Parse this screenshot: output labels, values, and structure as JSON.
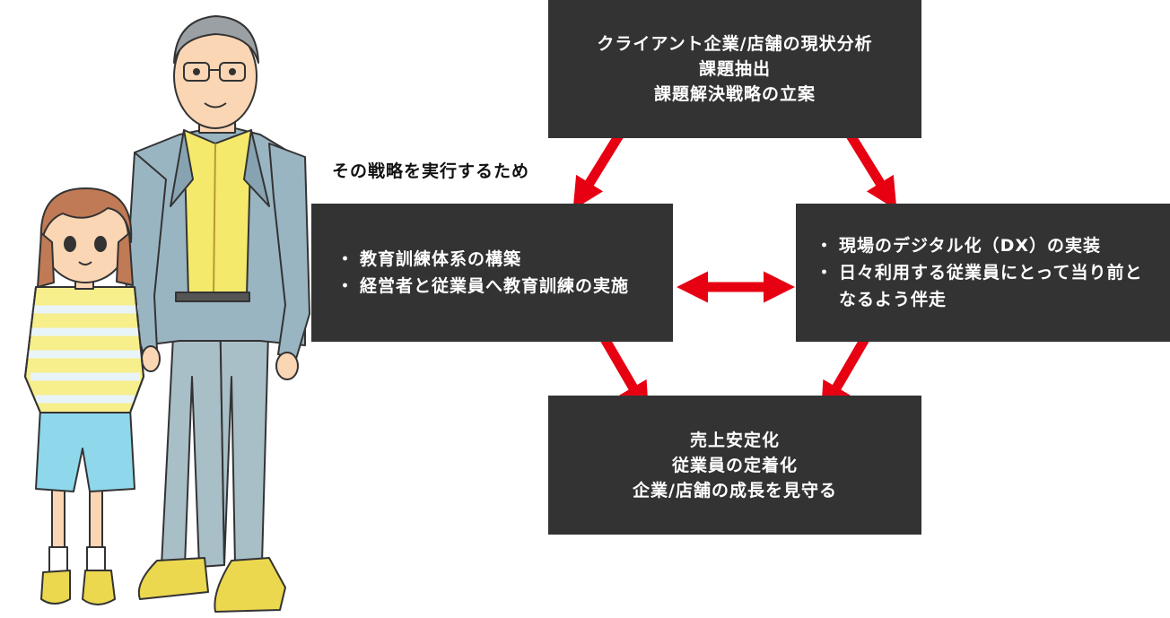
{
  "boxes": {
    "top": {
      "lines": [
        "クライアント企業/店舗の現状分析",
        "課題抽出",
        "課題解決戦略の立案"
      ]
    },
    "left": {
      "items": [
        "教育訓練体系の構築",
        "経営者と従業員へ教育訓練の実施"
      ]
    },
    "right": {
      "items": [
        "現場のデジタル化（DX）の実装",
        "日々利用する従業員にとって当り前となるよう伴走"
      ]
    },
    "bottom": {
      "lines": [
        "売上安定化",
        "従業員の定着化",
        "企業/店舗の成長を見守る"
      ]
    }
  },
  "note": "その戦略を実行するため",
  "bullet": "・",
  "colors": {
    "box": "#333333",
    "arrow": "#e60012",
    "text": "#ffffff"
  }
}
